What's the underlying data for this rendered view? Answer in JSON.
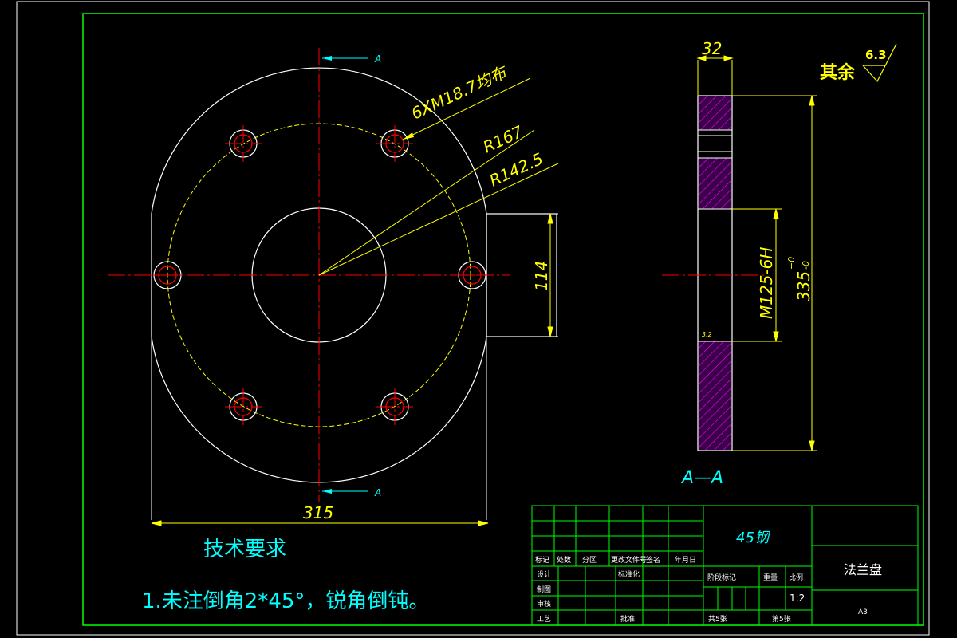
{
  "labels": {
    "section_arrow_top": "A",
    "section_arrow_bottom": "A",
    "bolt_callout": "6XM18.7均布",
    "radius_outer": "R167",
    "radius_bolt": "R142.5",
    "dim_width": "315",
    "dim_boss": "114",
    "dim_thickness": "32",
    "thread": "M125-6H",
    "dim_diameter": "335",
    "tol_upper": "+0",
    "tol_lower": "-0",
    "roughness_remark": "其余",
    "roughness_value": "6.3",
    "local_roughness": "3.2",
    "section_view": "A—A"
  },
  "notes": {
    "title": "技术要求",
    "line1": "1.未注倒角2*45°，锐角倒钝。"
  },
  "titleblock": {
    "material": "45钢",
    "part_name": "法兰盘",
    "paper_size": "A3",
    "scale": "1:2",
    "sheets_total": "共5张",
    "sheet_no": "第5张",
    "hdr_mark": "标记",
    "hdr_count": "处数",
    "hdr_zone": "分区",
    "hdr_doc": "更改文件号",
    "hdr_sign": "签名",
    "hdr_date": "年月日",
    "design": "设计",
    "standardize": "标准化",
    "drafter": "制图",
    "review": "审核",
    "process": "工艺",
    "approve": "批准",
    "stage_mark": "阶段标记",
    "weight": "重量",
    "scale_label": "比例"
  },
  "colors": {
    "background": "#000000",
    "frame": "#00ff00",
    "outline": "#ffffff",
    "hidden_yellow": "#ffff00",
    "centerline": "#ff0000",
    "annotation": "#00ffff",
    "hatch": "#ff00ff"
  }
}
